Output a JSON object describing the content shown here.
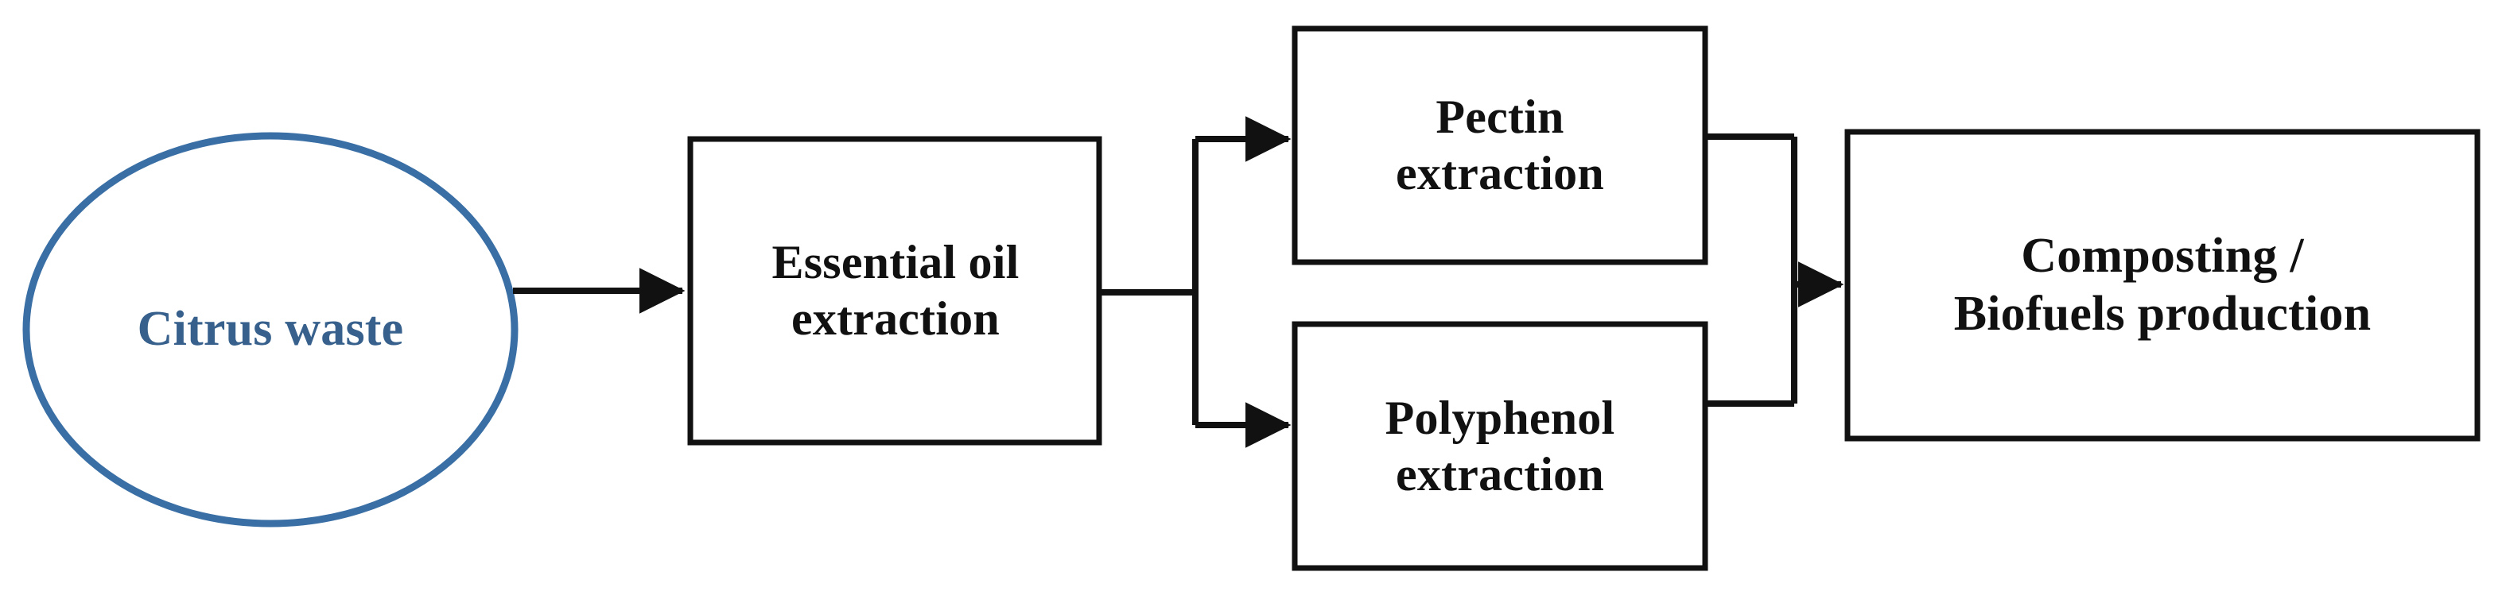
{
  "diagram": {
    "title": "Citrus waste valorization flowchart",
    "background_color": "#ffffff",
    "accent_color": "#3A6FA5",
    "accent_text_color": "#37618C",
    "line_color": "#111111",
    "nodes": [
      {
        "id": "citrus-waste",
        "shape": "ellipse",
        "label": "Citrus waste",
        "text_color": "#37618C",
        "border_color": "#3A6FA5"
      },
      {
        "id": "essential-oil-extraction",
        "shape": "rectangle",
        "label": "Essential oil\nextraction",
        "text_color": "#111111",
        "border_color": "#111111"
      },
      {
        "id": "pectin-extraction",
        "shape": "rectangle",
        "label": "Pectin\nextraction",
        "text_color": "#111111",
        "border_color": "#111111"
      },
      {
        "id": "polyphenol-extraction",
        "shape": "rectangle",
        "label": "Polyphenol\nextraction",
        "text_color": "#111111",
        "border_color": "#111111"
      },
      {
        "id": "composting-biofuels",
        "shape": "rectangle",
        "label": "Composting /\nBiofuels production",
        "text_color": "#111111",
        "border_color": "#111111"
      }
    ],
    "edges": [
      {
        "id": "edge-citrus-to-essential-oil",
        "from": "citrus-waste",
        "to": "essential-oil-extraction",
        "arrow": true
      },
      {
        "id": "edge-essential-oil-to-pectin",
        "from": "essential-oil-extraction",
        "to": "pectin-extraction",
        "arrow": true
      },
      {
        "id": "edge-essential-oil-to-polyphenol",
        "from": "essential-oil-extraction",
        "to": "polyphenol-extraction",
        "arrow": true
      },
      {
        "id": "edge-pectin-to-composting",
        "from": "pectin-extraction",
        "to": "composting-biofuels",
        "arrow": true
      },
      {
        "id": "edge-polyphenol-to-composting",
        "from": "polyphenol-extraction",
        "to": "composting-biofuels",
        "arrow": true
      }
    ]
  }
}
